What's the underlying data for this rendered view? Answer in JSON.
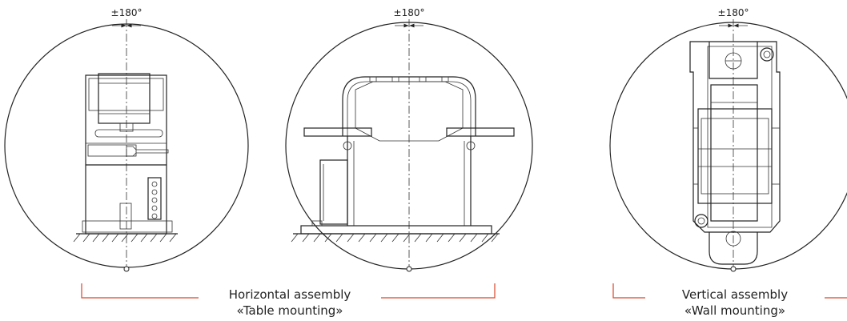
{
  "figures": [
    {
      "angle": "±180°"
    },
    {
      "angle": "±180°"
    },
    {
      "angle": "±180°"
    }
  ],
  "captions": {
    "horizontal": {
      "line1": "Horizontal assembly",
      "line2": "«Table mounting»"
    },
    "vertical": {
      "line1": "Vertical assembly",
      "line2": "«Wall mounting»"
    }
  },
  "colors": {
    "bracket": "#d9472b",
    "drawing": "#222222"
  }
}
